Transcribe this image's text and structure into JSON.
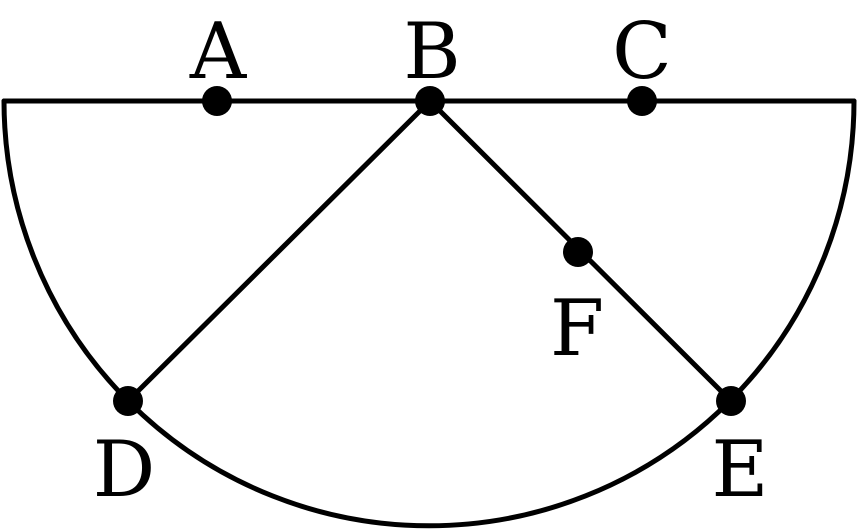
{
  "diagram": {
    "points": {
      "A": "A",
      "B": "B",
      "C": "C",
      "D": "D",
      "E": "E",
      "F": "F"
    }
  }
}
